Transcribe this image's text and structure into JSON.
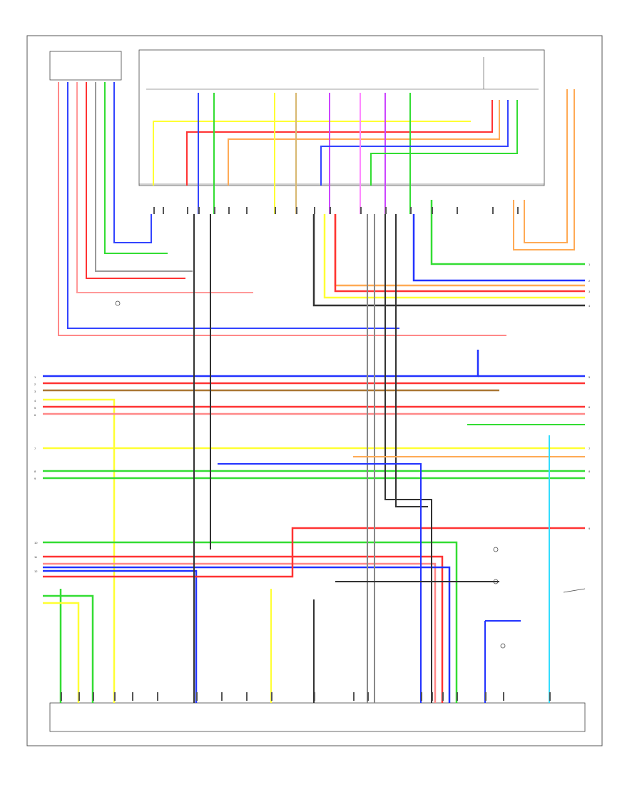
{
  "diagram": {
    "title_line1": "",
    "title_line2": "",
    "footer": "",
    "legend_numbers": [
      "1",
      "2",
      "3",
      "4",
      "5",
      "6",
      "7",
      "8",
      "9",
      "10",
      "11",
      "12"
    ],
    "colors": {
      "blue": "#2233ff",
      "red": "#ff3333",
      "green": "#33dd33",
      "yellow": "#ffff33",
      "orange": "#ffaa55",
      "violet": "#cc44ff",
      "tan": "#d8b870",
      "pink": "#ff8888",
      "black": "#333333",
      "gray": "#aaaaaa",
      "cyan": "#33ddff",
      "brown": "#aa7733"
    }
  }
}
